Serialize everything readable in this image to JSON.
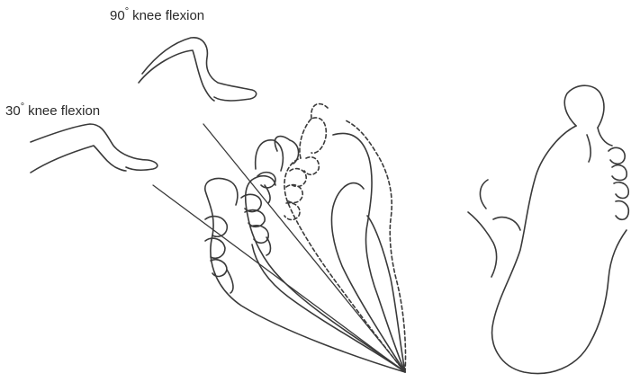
{
  "labels": {
    "flex90": {
      "angle": "90",
      "degree": "°",
      "text": "knee flexion"
    },
    "flex30": {
      "angle": "30",
      "degree": "°",
      "text": "knee flexion"
    }
  }
}
